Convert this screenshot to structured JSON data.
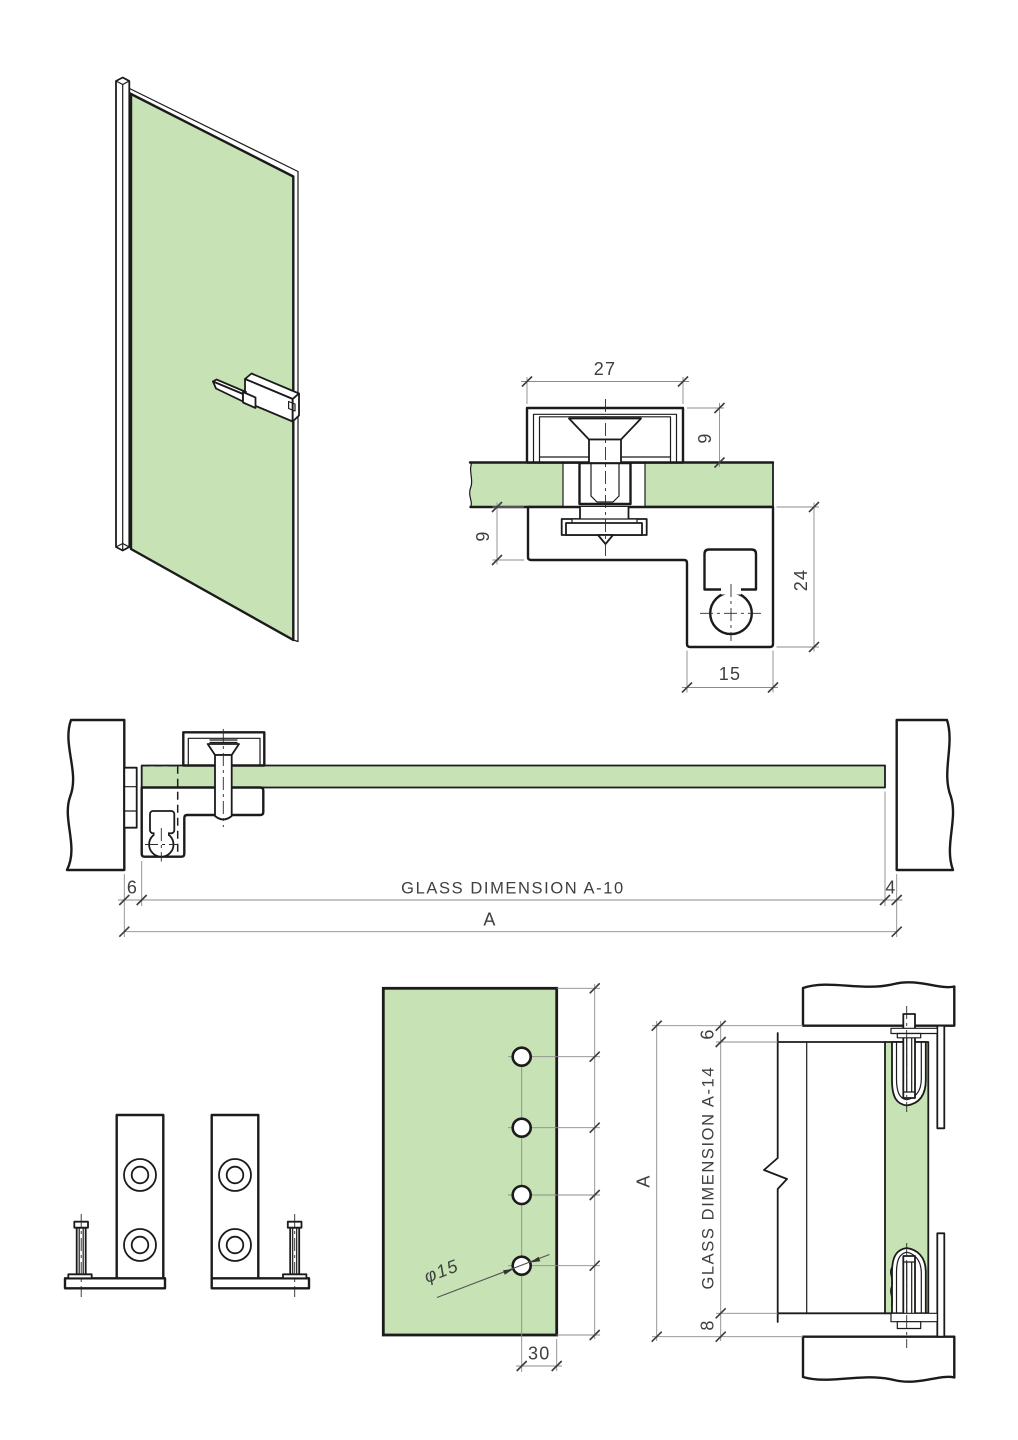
{
  "colors": {
    "glass": "#c7e2b5",
    "outline": "#1b1b1b",
    "dimline": "#8b8b8b",
    "dimtext": "#3f3f3f"
  },
  "detail": {
    "width": "27",
    "cap_offset": "9",
    "glass_inset": "9",
    "body_height": "24",
    "body_width": "15"
  },
  "plan": {
    "left_gap": "6",
    "glass_label": "GLASS DIMENSION A-10",
    "overall": "A",
    "right_gap": "4"
  },
  "panel": {
    "hole_diameter": "φ15",
    "hole_offset": "30"
  },
  "section": {
    "top_gap": "6",
    "glass_label": "GLASS DIMENSION A-14",
    "overall": "A",
    "bottom_gap": "8"
  }
}
